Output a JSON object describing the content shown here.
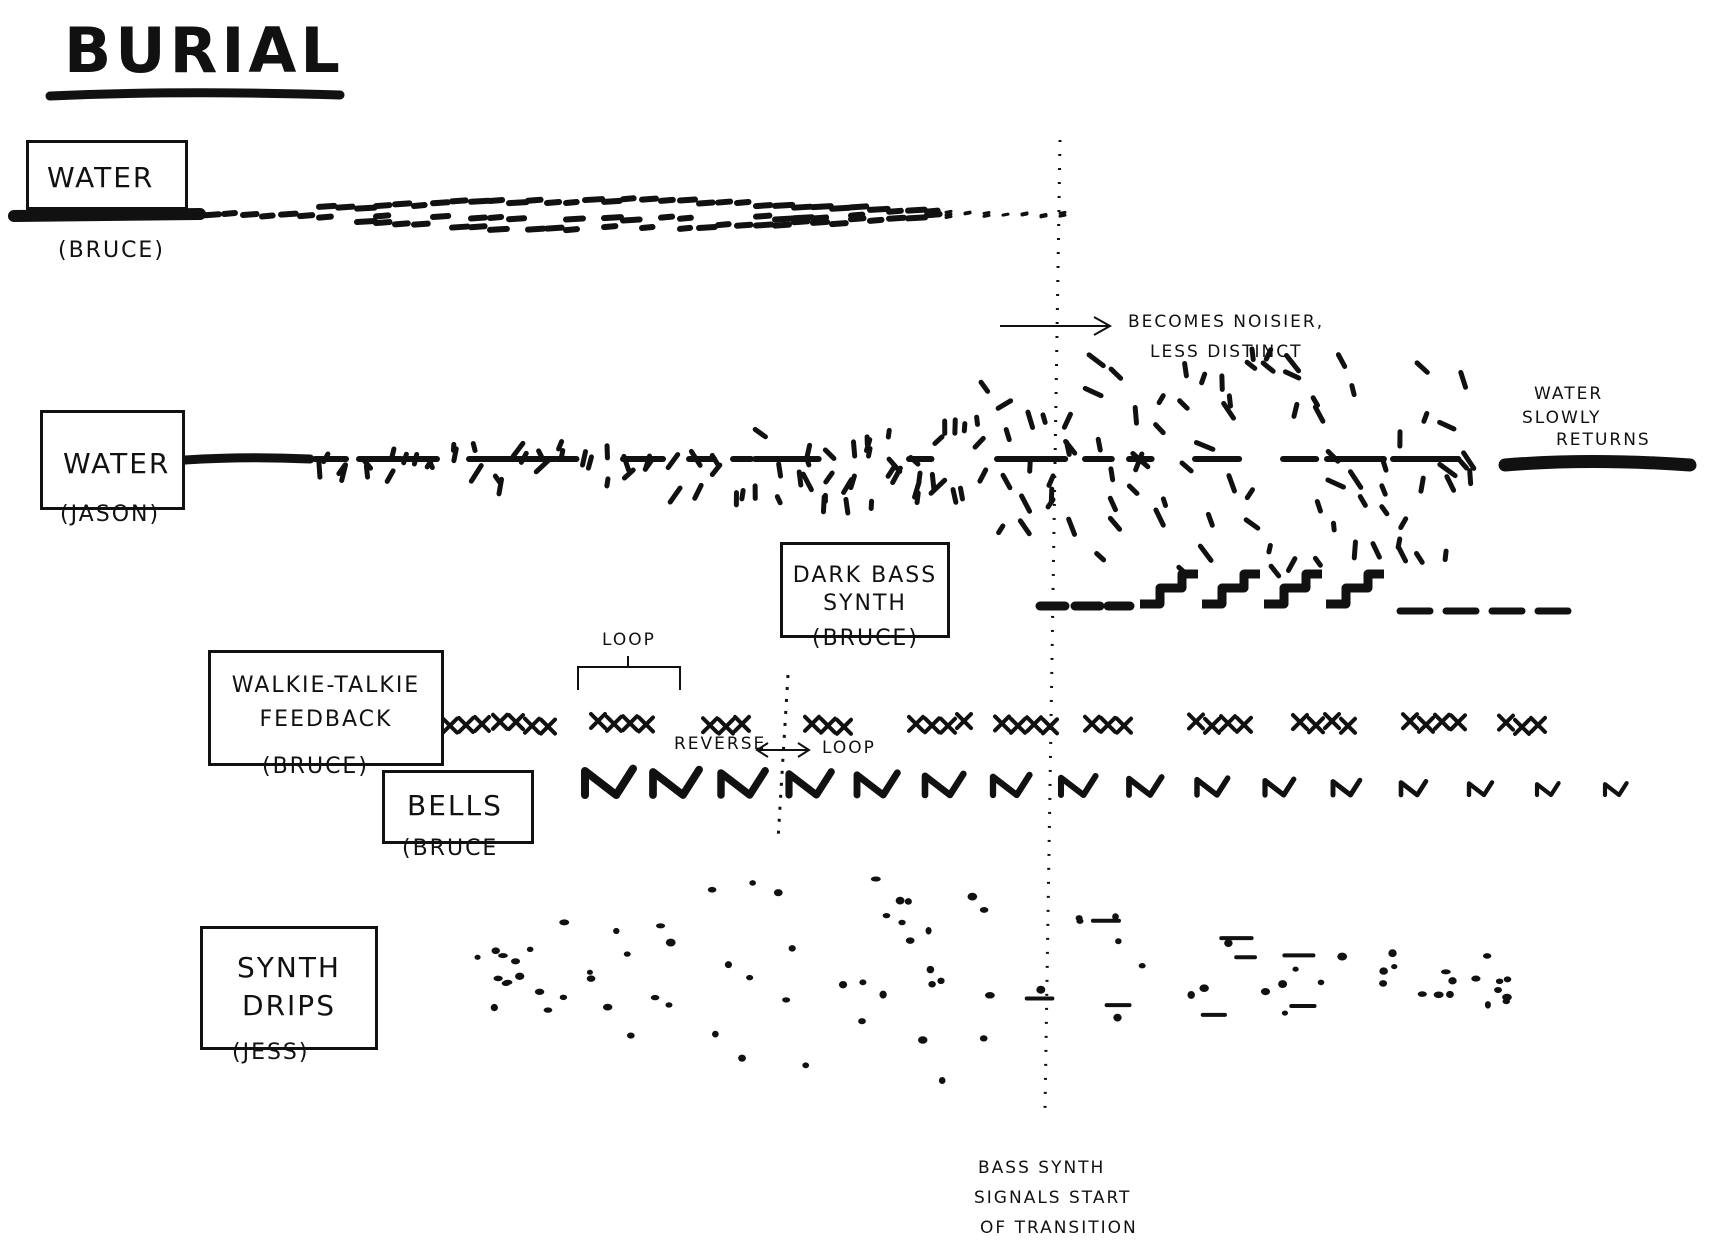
{
  "title": "BURIAL",
  "tracks": [
    {
      "id": "water-bruce",
      "name": "WATER",
      "performer": "(BRUCE)"
    },
    {
      "id": "water-jason",
      "name": "WATER",
      "performer": "(JASON)"
    },
    {
      "id": "dark-bass",
      "name_line1": "DARK BASS",
      "name_line2": "SYNTH",
      "performer": "(BRUCE)"
    },
    {
      "id": "walkie",
      "name_line1": "WALKIE-TALKIE",
      "name_line2": "FEEDBACK",
      "performer": "(BRUCE)"
    },
    {
      "id": "bells",
      "name": "BELLS",
      "performer": "(BRUCE"
    },
    {
      "id": "drips",
      "name_line1": "SYNTH",
      "name_line2": "DRIPS",
      "performer": "(JESS)"
    }
  ],
  "annotations": {
    "noisier_line1": "BECOMES NOISIER,",
    "noisier_line2": "LESS DISTINCT",
    "water_returns_line1": "WATER",
    "water_returns_line2": "SLOWLY",
    "water_returns_line3": "RETURNS",
    "loop_top": "LOOP",
    "reverse": "REVERSE",
    "loop_arrow": "LOOP",
    "transition_line1": "BASS SYNTH",
    "transition_line2": "SIGNALS START",
    "transition_line3": "OF TRANSITION"
  },
  "colors": {
    "ink": "#111111",
    "paper": "#ffffff"
  }
}
